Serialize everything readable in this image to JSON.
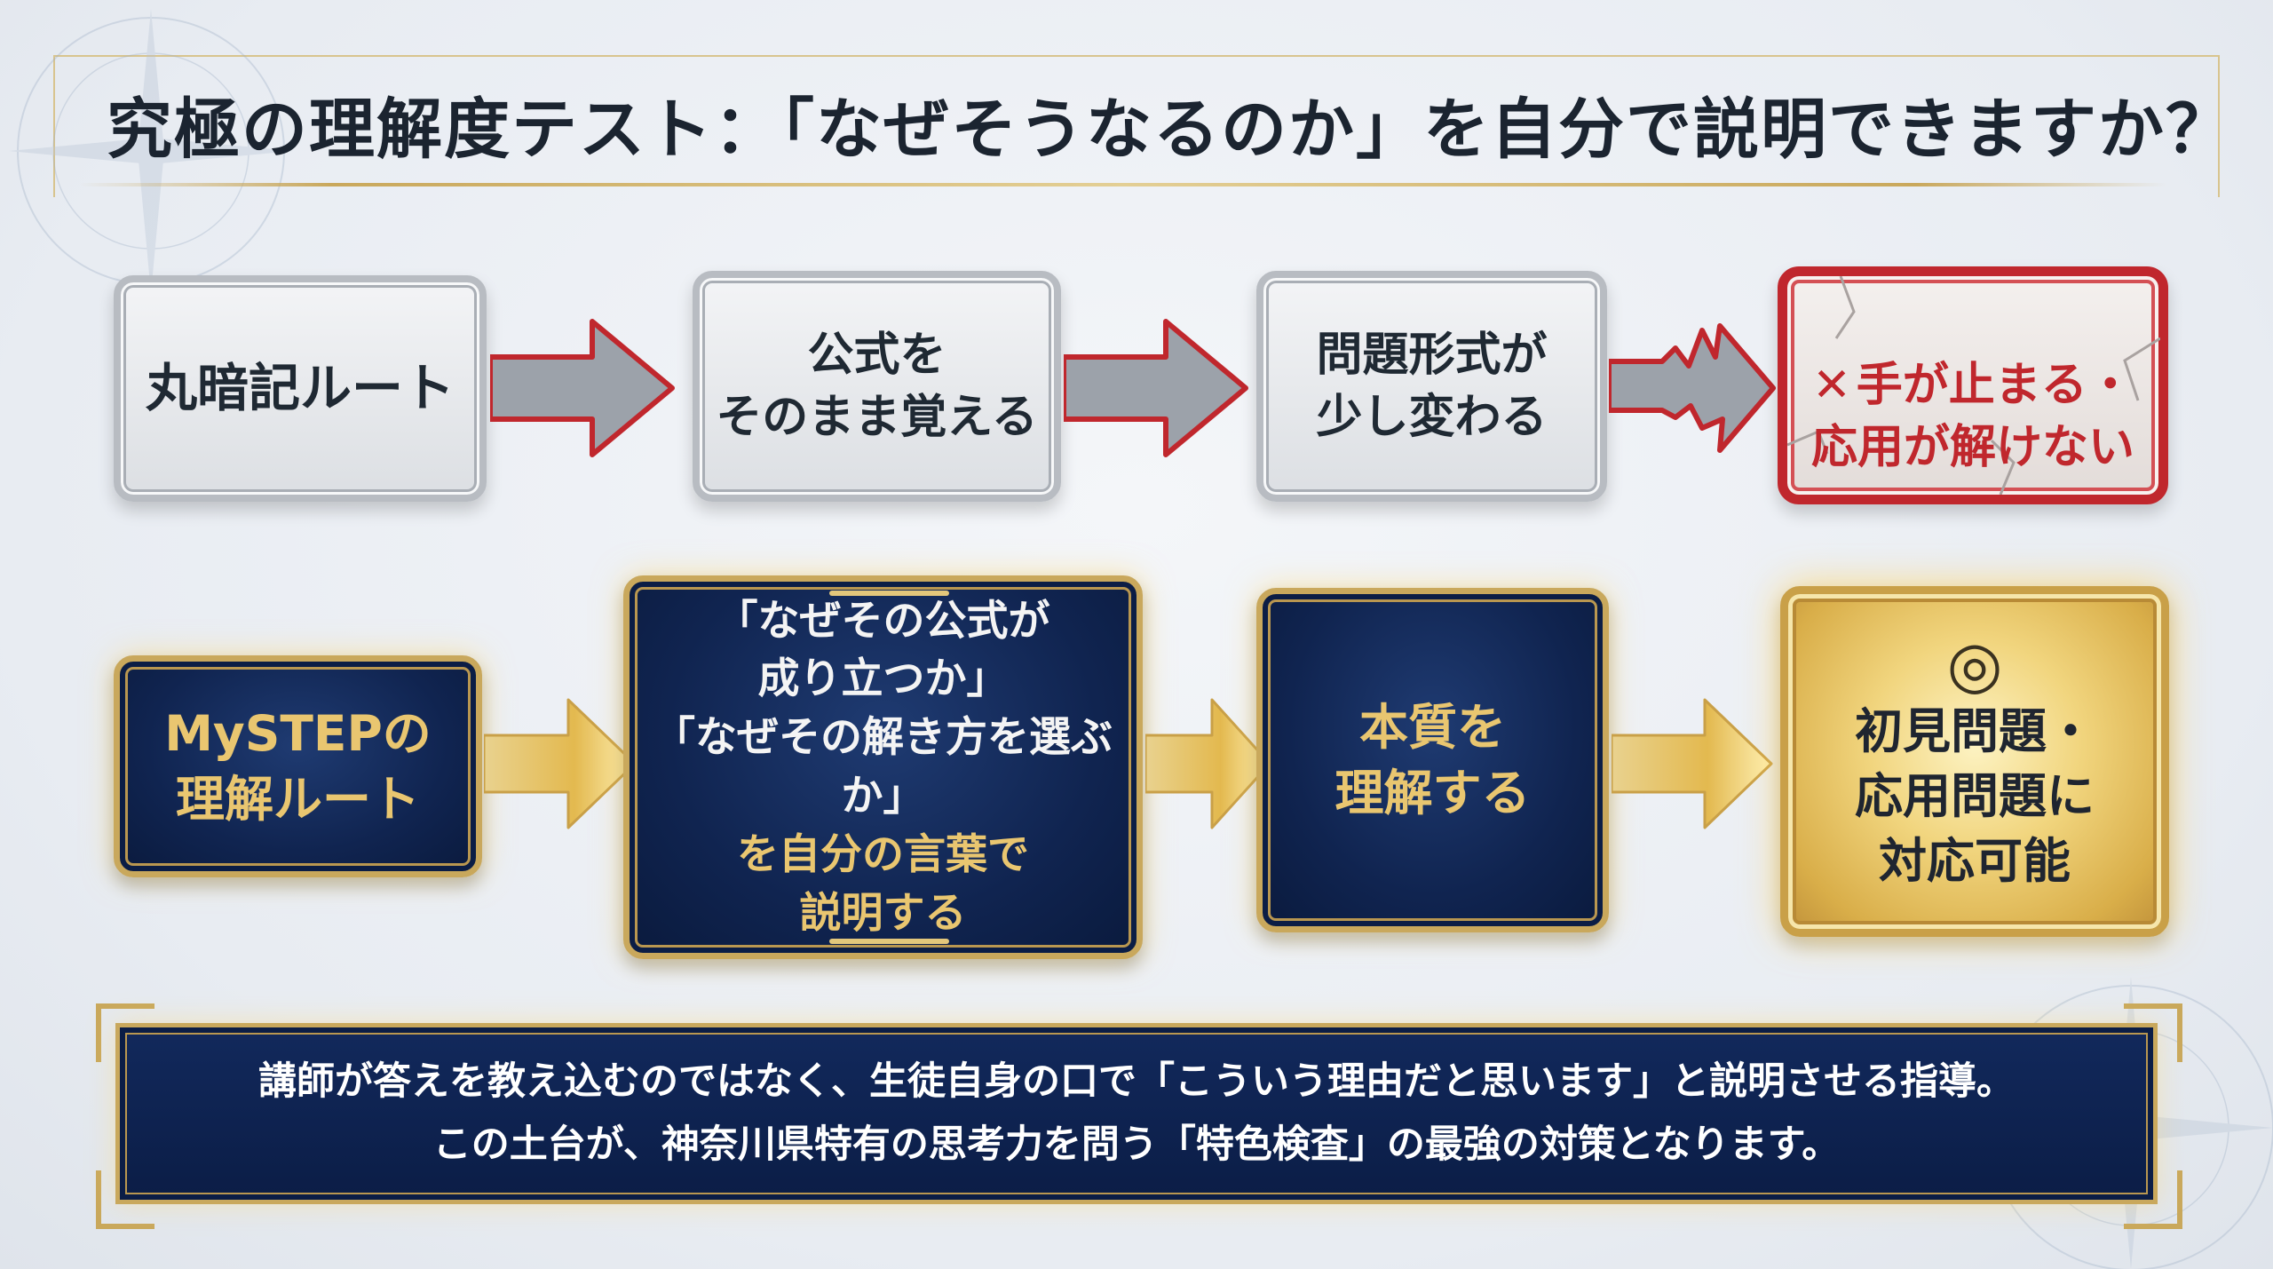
{
  "title": "究極の理解度テスト：「なぜそうなるのか」を自分で説明できますか？",
  "rote_route": {
    "steps": [
      "丸暗記ルート",
      "公式を\nそのまま覚える",
      "問題形式が\n少し変わる"
    ],
    "result": {
      "icon": "cross-mark-icon",
      "mark": "✕",
      "text": "手が止まる・\n応用が解けない"
    }
  },
  "mystep_route": {
    "start": "MySTEPの\n理解ルート",
    "explain": {
      "lead": "「なぜその公式が\n成り立つか」\n「なぜその解き方を選ぶ\nか」",
      "accent": "を自分の言葉で\n説明する"
    },
    "essence": "本質を\n理解する",
    "result": {
      "icon": "double-circle-icon",
      "mark": "◎",
      "text": "初見問題・\n応用問題に\n対応可能"
    }
  },
  "summary": {
    "line1": "講師が答えを教え込むのではなく、生徒自身の口で「こういう理由だと思います」と説明させる指導。",
    "line2": "この土台が、神奈川県特有の思考力を問う「特色検査」の最強の対策となります。"
  },
  "colors": {
    "navy": "#102450",
    "gold": "#c9a85c",
    "alert_red": "#c0272d",
    "gray": "#b8bcc2"
  }
}
